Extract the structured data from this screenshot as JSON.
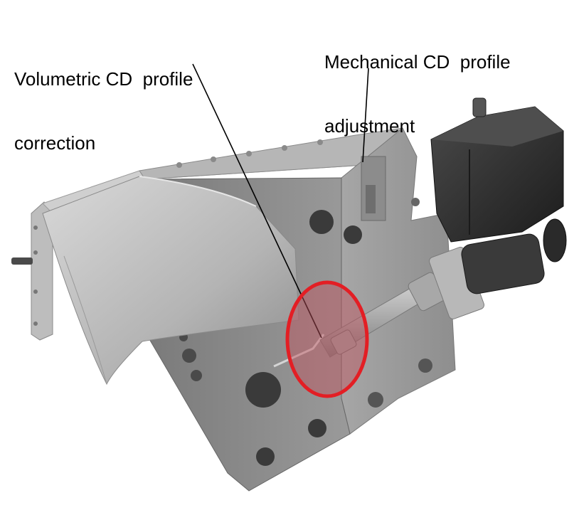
{
  "labels": {
    "volumetric": {
      "line1": "Volumetric CD  profile",
      "line2": "correction"
    },
    "mechanical": {
      "line1": "Mechanical CD  profile",
      "line2": "adjustment"
    }
  },
  "colors": {
    "highlight": "#e31e24",
    "highlight_fill": "#c0505a",
    "body_light": "#c9c9c9",
    "body_mid": "#9c9c9c",
    "body_dark": "#5e5e5e",
    "actuator": "#2f2f2f",
    "leader": "#000000"
  },
  "icons": {
    "actuator": "motor-actuator-icon",
    "highlight": "highlight-ellipse-icon"
  }
}
